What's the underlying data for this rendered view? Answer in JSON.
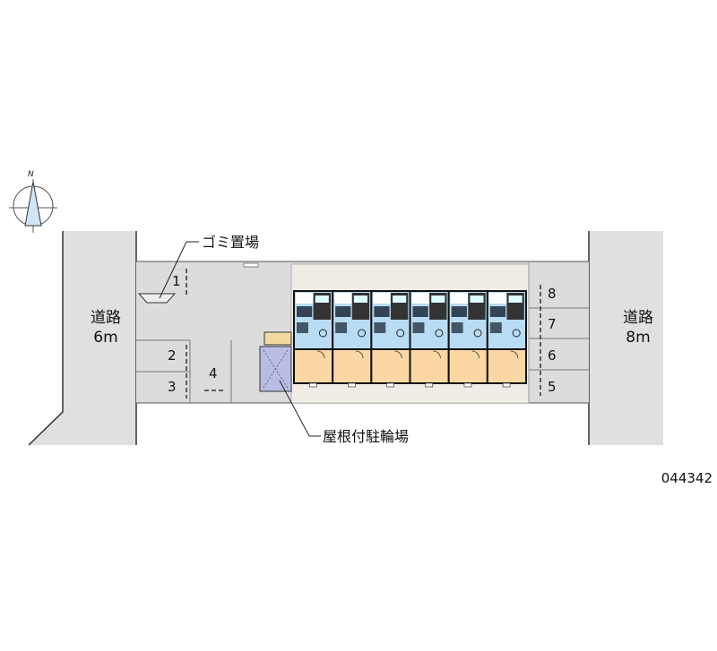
{
  "roads": {
    "left": {
      "name": "道路",
      "width": "6m"
    },
    "right": {
      "name": "道路",
      "width": "8m"
    }
  },
  "labels": {
    "garbage": "ゴミ置場",
    "bike_parking": "屋根付駐輪場"
  },
  "parking_spaces": [
    "1",
    "2",
    "3",
    "4",
    "5",
    "6",
    "7",
    "8"
  ],
  "compass": {
    "north": "N"
  },
  "property_id": "044342",
  "building": {
    "units": 6
  },
  "colors": {
    "road": "#e0e0e0",
    "room_blue": "#b8dcf4",
    "room_orange": "#fbd7a4",
    "bike": "#b9bde6"
  }
}
